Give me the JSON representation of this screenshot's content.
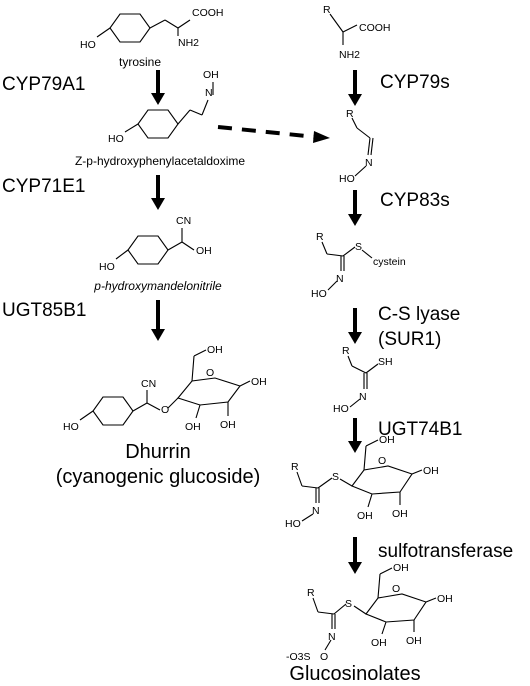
{
  "left_pathway": {
    "compounds": {
      "tyrosine": {
        "name": "tyrosine",
        "oh": "HO",
        "cooh": "COOH",
        "nh2": "NH2"
      },
      "oxime": {
        "name": "Z-p-hydroxyphenylacetaldoxime",
        "oh": "HO",
        "oxime_oh": "OH",
        "n": "N"
      },
      "nitrile": {
        "name": "p-hydroxymandelonitrile",
        "oh": "HO",
        "cn": "CN",
        "oh2": "OH"
      },
      "dhurrin": {
        "name_line1": "Dhurrin",
        "name_line2": "(cyanogenic glucoside)",
        "oh": "HO",
        "cn": "CN",
        "o": "O",
        "ring_oh": "OH"
      }
    },
    "enzymes": [
      "CYP79A1",
      "CYP71E1",
      "UGT85B1"
    ]
  },
  "right_pathway": {
    "compounds": {
      "amino_acid": {
        "r": "R",
        "cooh": "COOH",
        "nh2": "NH2"
      },
      "aldoxime": {
        "r": "R",
        "n": "N",
        "ho": "HO"
      },
      "s_alkyl": {
        "r": "R",
        "s": "S",
        "cysteine": "cystein",
        "n": "N",
        "ho": "HO"
      },
      "thiohydroximate": {
        "r": "R",
        "sh": "SH",
        "n": "N",
        "ho": "HO"
      },
      "desulfo": {
        "r": "R",
        "s": "S",
        "n": "N",
        "ho": "HO",
        "o": "O",
        "oh": "OH"
      },
      "glucosinolate": {
        "name": "Glucosinolates",
        "r": "R",
        "s": "S",
        "n": "N",
        "o": "O",
        "o3s": "-O3S",
        "oh": "OH"
      }
    },
    "enzymes": [
      "CYP79s",
      "CYP83s",
      "C-S lyase",
      "(SUR1)",
      "UGT74B1",
      "sulfotransferase"
    ]
  }
}
